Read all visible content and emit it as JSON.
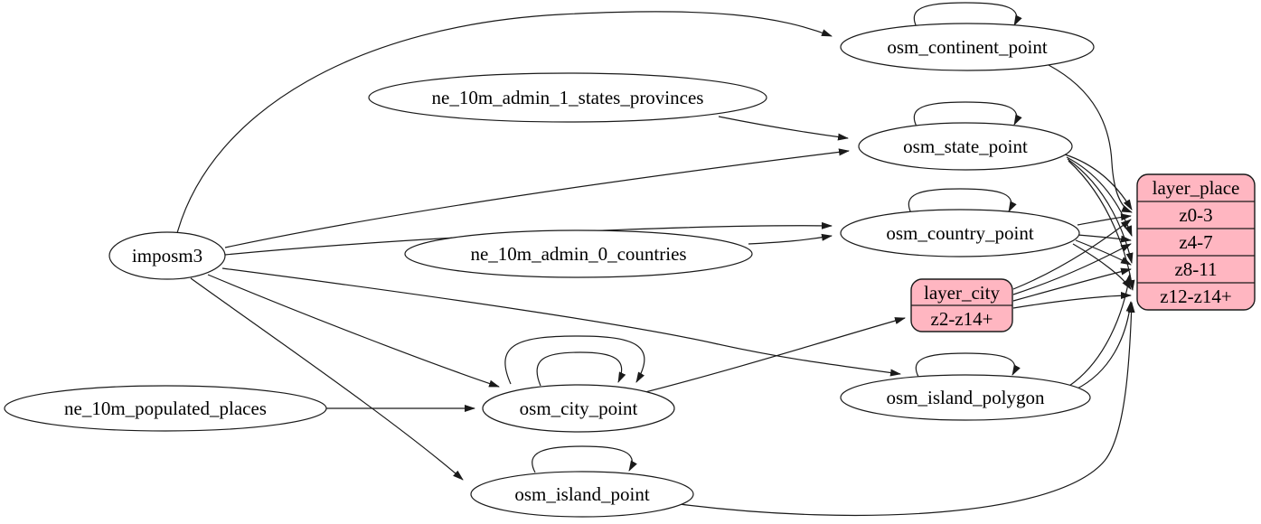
{
  "diagram": {
    "kind": "etl-graph",
    "background_color": "#ffffff",
    "node_fill_color": "#ffffff",
    "record_fill_color": "#ffb6c1",
    "stroke_color": "#1a1a1a"
  },
  "nodes": {
    "imposm3": {
      "label": "imposm3",
      "shape": "ellipse"
    },
    "ne_states": {
      "label": "ne_10m_admin_1_states_provinces",
      "shape": "ellipse"
    },
    "ne_countries": {
      "label": "ne_10m_admin_0_countries",
      "shape": "ellipse"
    },
    "ne_populated": {
      "label": "ne_10m_populated_places",
      "shape": "ellipse"
    },
    "continent": {
      "label": "osm_continent_point",
      "shape": "ellipse"
    },
    "state": {
      "label": "osm_state_point",
      "shape": "ellipse"
    },
    "country": {
      "label": "osm_country_point",
      "shape": "ellipse"
    },
    "city": {
      "label": "osm_city_point",
      "shape": "ellipse"
    },
    "island_polygon": {
      "label": "osm_island_polygon",
      "shape": "ellipse"
    },
    "island_point": {
      "label": "osm_island_point",
      "shape": "ellipse"
    },
    "layer_city": {
      "title": "layer_city",
      "shape": "record",
      "rows": {
        "z2_14": "z2-z14+"
      }
    },
    "layer_place": {
      "title": "layer_place",
      "shape": "record",
      "rows": {
        "z0_3": "z0-3",
        "z4_7": "z4-7",
        "z8_11": "z8-11",
        "z12_14": "z12-z14+"
      }
    }
  },
  "edges": [
    {
      "from": "imposm3",
      "to": "osm_continent_point"
    },
    {
      "from": "imposm3",
      "to": "osm_state_point"
    },
    {
      "from": "imposm3",
      "to": "osm_country_point"
    },
    {
      "from": "imposm3",
      "to": "osm_city_point"
    },
    {
      "from": "imposm3",
      "to": "osm_island_polygon"
    },
    {
      "from": "imposm3",
      "to": "osm_island_point"
    },
    {
      "from": "ne_10m_admin_1_states_provinces",
      "to": "osm_state_point"
    },
    {
      "from": "ne_10m_admin_0_countries",
      "to": "osm_country_point"
    },
    {
      "from": "ne_10m_populated_places",
      "to": "osm_city_point"
    },
    {
      "from": "osm_continent_point",
      "to": "osm_continent_point"
    },
    {
      "from": "osm_state_point",
      "to": "osm_state_point"
    },
    {
      "from": "osm_country_point",
      "to": "osm_country_point"
    },
    {
      "from": "osm_city_point",
      "to": "osm_city_point"
    },
    {
      "from": "osm_city_point",
      "to": "osm_city_point"
    },
    {
      "from": "osm_island_polygon",
      "to": "osm_island_polygon"
    },
    {
      "from": "osm_island_point",
      "to": "osm_island_point"
    },
    {
      "from": "osm_city_point",
      "to": "layer_city:z2-z14+"
    },
    {
      "from": "osm_continent_point",
      "to": "layer_place:z0-3"
    },
    {
      "from": "osm_state_point",
      "to": "layer_place:z0-3"
    },
    {
      "from": "osm_state_point",
      "to": "layer_place:z4-7"
    },
    {
      "from": "osm_state_point",
      "to": "layer_place:z8-11"
    },
    {
      "from": "osm_state_point",
      "to": "layer_place:z12-z14+"
    },
    {
      "from": "osm_country_point",
      "to": "layer_place:z0-3"
    },
    {
      "from": "osm_country_point",
      "to": "layer_place:z4-7"
    },
    {
      "from": "osm_country_point",
      "to": "layer_place:z8-11"
    },
    {
      "from": "osm_country_point",
      "to": "layer_place:z12-z14+"
    },
    {
      "from": "layer_city",
      "to": "layer_place:z0-3"
    },
    {
      "from": "layer_city",
      "to": "layer_place:z4-7"
    },
    {
      "from": "layer_city",
      "to": "layer_place:z8-11"
    },
    {
      "from": "layer_city",
      "to": "layer_place:z12-z14+"
    },
    {
      "from": "osm_island_polygon",
      "to": "layer_place:z8-11"
    },
    {
      "from": "osm_island_polygon",
      "to": "layer_place:z12-z14+"
    },
    {
      "from": "osm_island_point",
      "to": "layer_place:z12-z14+"
    }
  ]
}
